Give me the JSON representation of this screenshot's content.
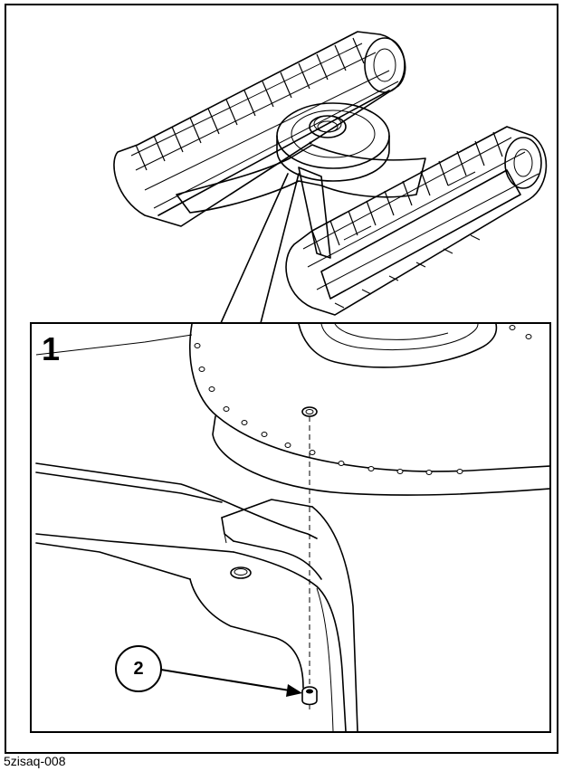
{
  "figure": {
    "detail_label": "1",
    "callout_label": "2",
    "caption": "5zisaq-008"
  }
}
